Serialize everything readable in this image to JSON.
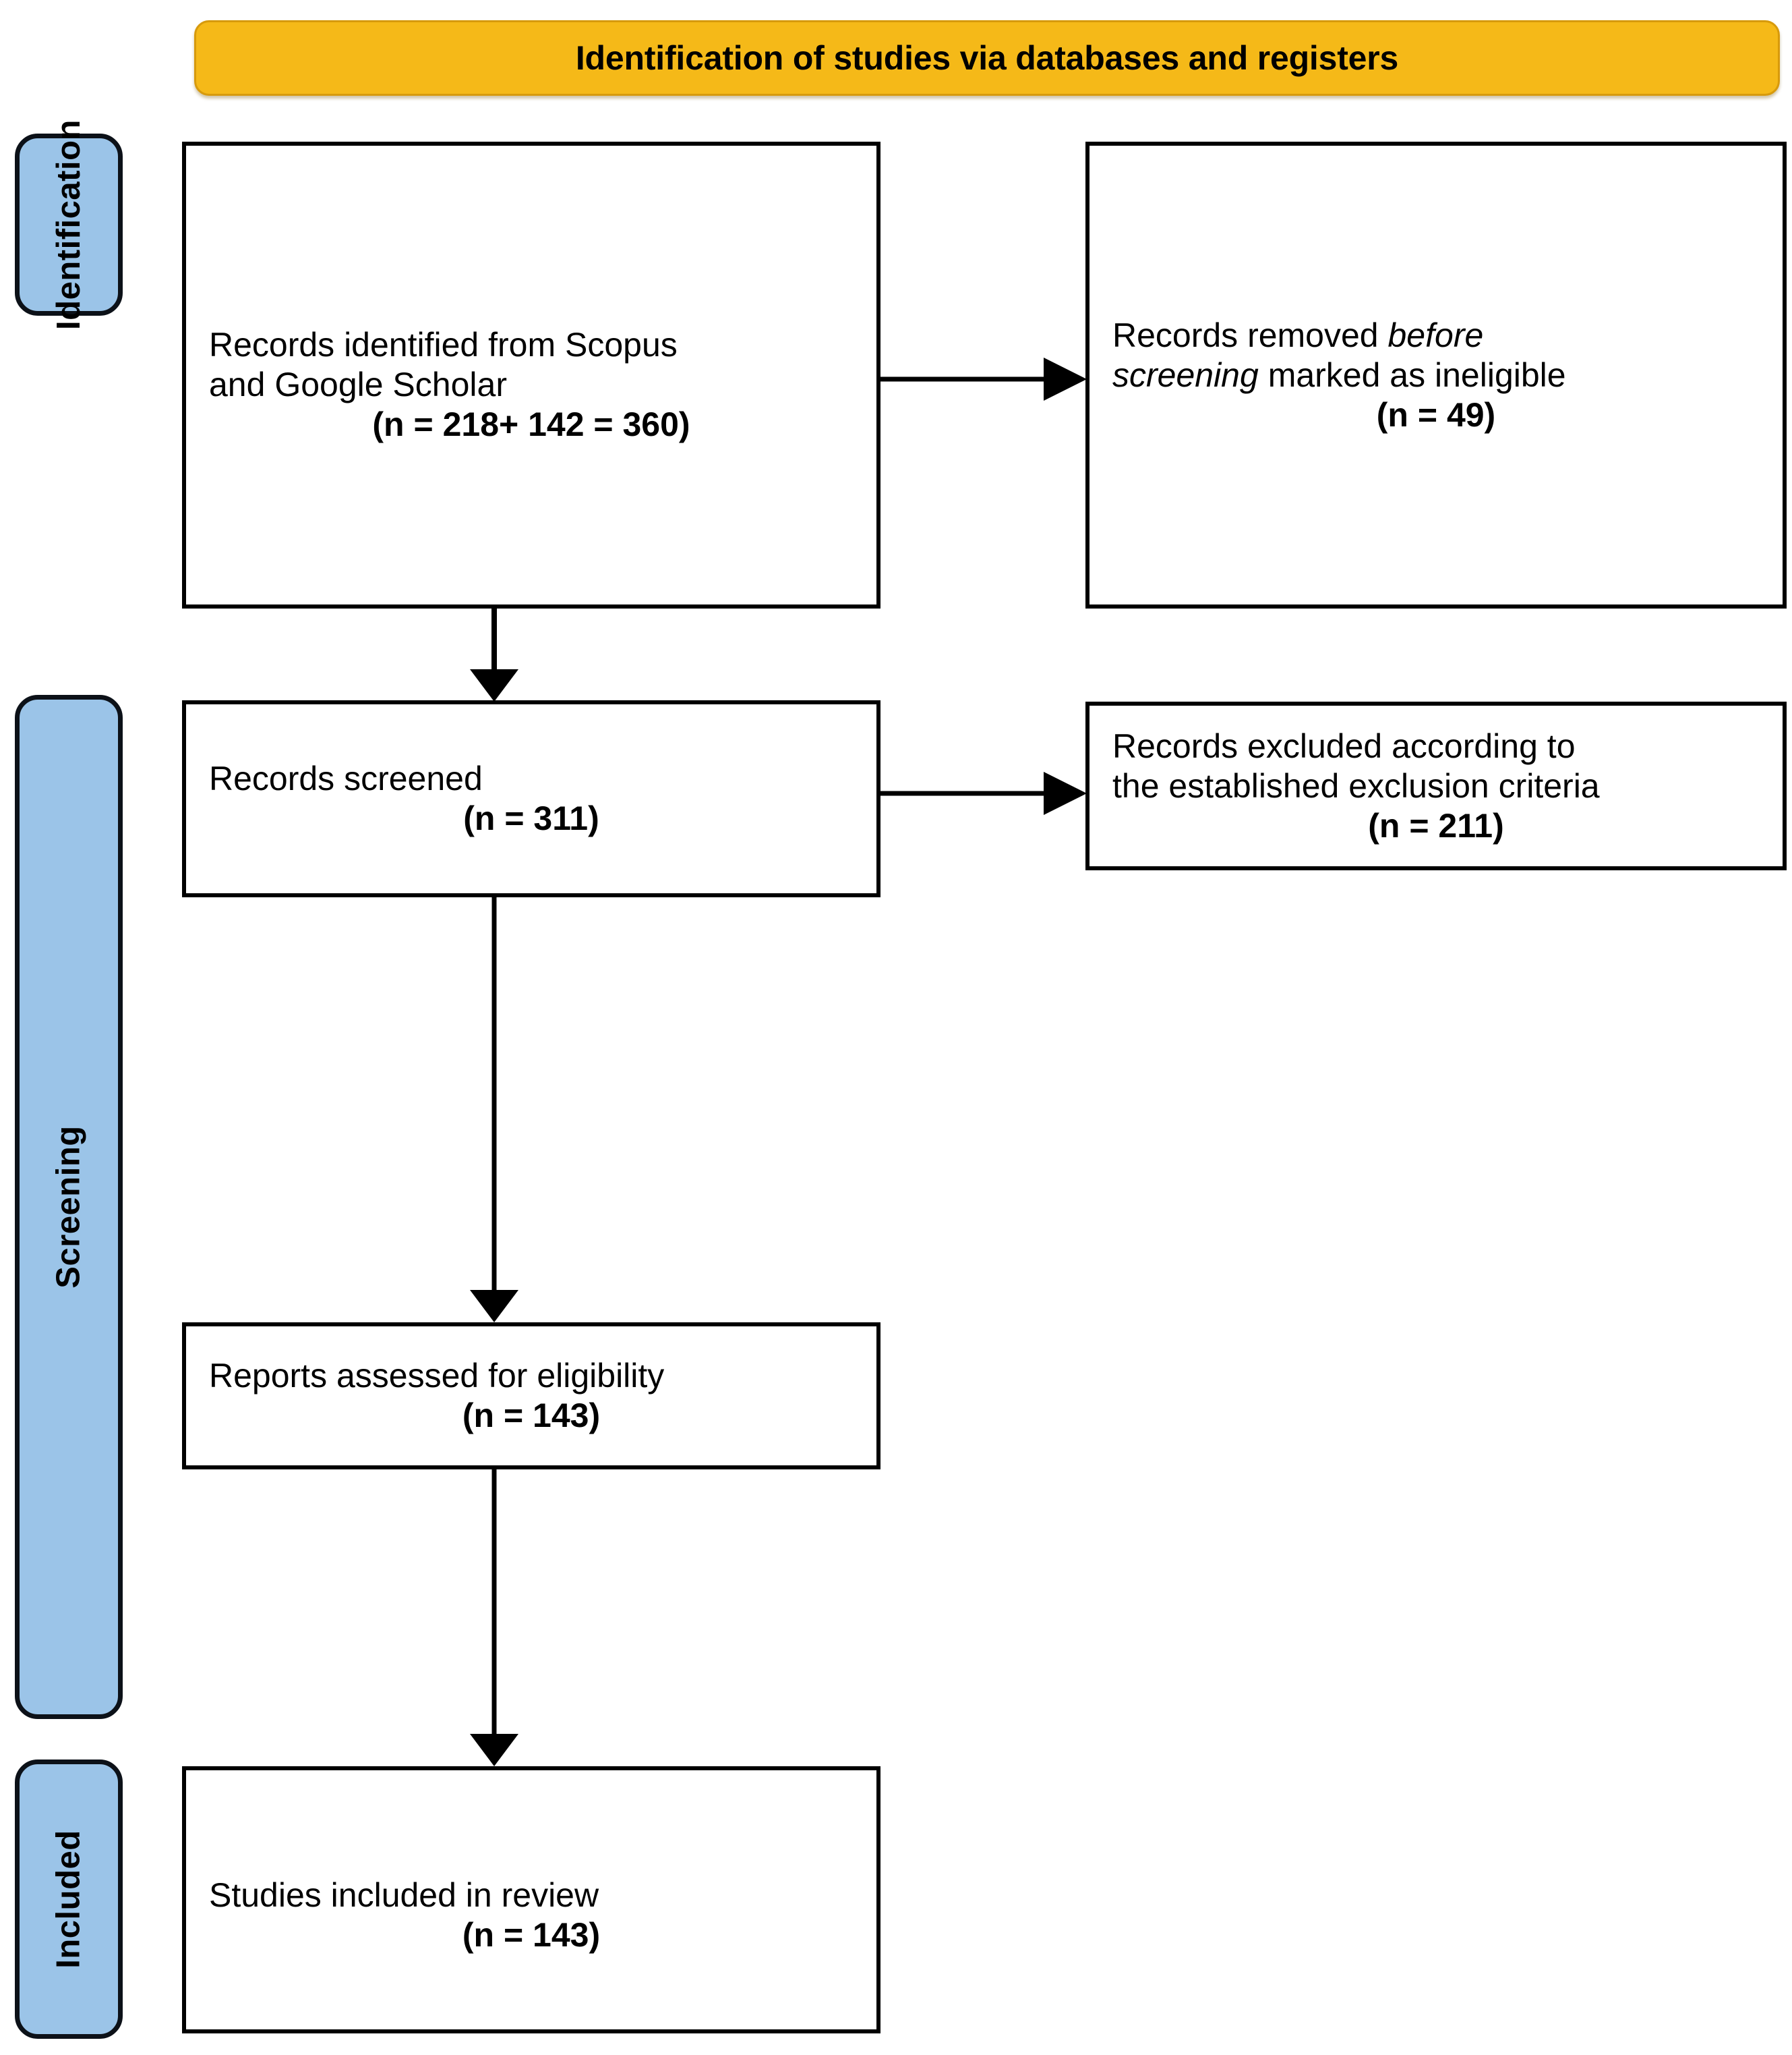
{
  "header": {
    "title": "Identification of studies via databases and registers"
  },
  "phases": [
    {
      "id": "identification",
      "label": "Identification"
    },
    {
      "id": "screening",
      "label": "Screening"
    },
    {
      "id": "included",
      "label": "Included"
    }
  ],
  "boxes": {
    "identified": {
      "line1": "Records identified from Scopus",
      "line2": "and Google Scholar",
      "count": "(n = 218+ 142 = 360)"
    },
    "removed": {
      "pre": "Records removed ",
      "italic1": "before",
      "italic2": "screening",
      "post": " marked as ineligible",
      "count": "(n = 49)"
    },
    "screened": {
      "line1": "Records screened",
      "count": "(n = 311)"
    },
    "excluded": {
      "line1": "Records excluded according to",
      "line2": "the established exclusion criteria",
      "count": "(n = 211)"
    },
    "eligibility": {
      "line1": "Reports assessed for eligibility",
      "count": "(n = 143)"
    },
    "included": {
      "line1": "Studies included in review",
      "count": "(n = 143)"
    }
  },
  "colors": {
    "banner_fill": "#F5B918",
    "banner_border": "#D79A0C",
    "phase_fill": "#9BC4E8",
    "phase_border": "#0C1118",
    "box_border": "#000000",
    "connector": "#000000",
    "page_background": "#FFFFFF"
  },
  "connectors": [
    {
      "name": "identified-to-removed",
      "direction": "right"
    },
    {
      "name": "identified-to-screened",
      "direction": "down"
    },
    {
      "name": "screened-to-excluded",
      "direction": "right"
    },
    {
      "name": "screened-to-eligibility",
      "direction": "down"
    },
    {
      "name": "eligibility-to-included",
      "direction": "down"
    }
  ]
}
